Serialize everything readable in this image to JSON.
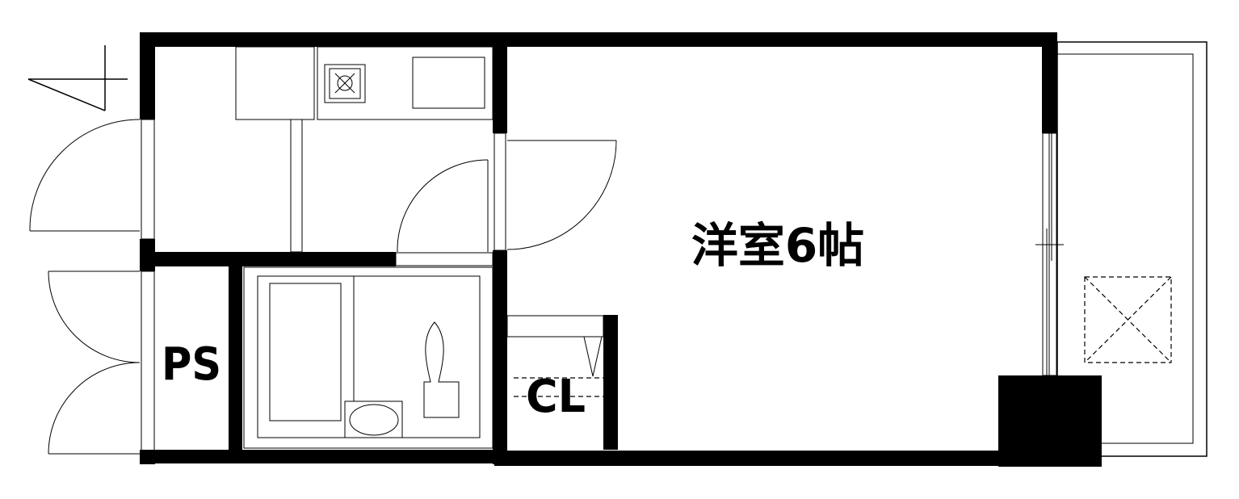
{
  "floor_plan": {
    "rooms": {
      "western_room": "洋室6帖",
      "pipe_space": "PS",
      "closet": "CL"
    },
    "colors": {
      "wall": "#000000",
      "background": "#ffffff"
    }
  }
}
